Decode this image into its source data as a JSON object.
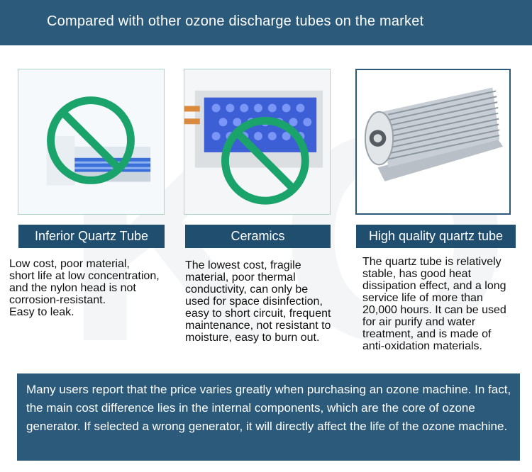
{
  "header": {
    "title": "Compared with other ozone discharge tubes on the market"
  },
  "watermark": {
    "text": "KO"
  },
  "products": [
    {
      "label": "Inferior Quartz Tube",
      "description": "Low cost, poor material,\nshort life at low concentration,\nand the nylon head is not\ncorrosion-resistant.\nEasy to leak.",
      "status": "not-recommended"
    },
    {
      "label": "Ceramics",
      "description": "The lowest cost, fragile\nmaterial, poor thermal\nconductivity, can only be\nused for space disinfection,\neasy to short circuit, frequent\nmaintenance, not resistant to\nmoisture, easy to burn out.",
      "status": "not-recommended"
    },
    {
      "label": "High quality quartz tube",
      "description": "The quartz tube is relatively\nstable, has good heat\ndissipation effect, and a long\nservice life of more than\n20,000 hours. It can be used\nfor air purify and water\ntreatment, and is made of\nanti-oxidation materials.",
      "status": "recommended"
    }
  ],
  "footer": {
    "text": "Many users report that the price varies greatly when purchasing an ozone machine. In fact, the main cost difference lies in the internal components, which are the core of ozone generator. If selected a wrong generator, it will directly affect the life of the ozone machine."
  },
  "colors": {
    "header_bg": "#2b5a7a",
    "label_bg": "#1f4e6e",
    "prohibit_green": "#1aa36a"
  }
}
